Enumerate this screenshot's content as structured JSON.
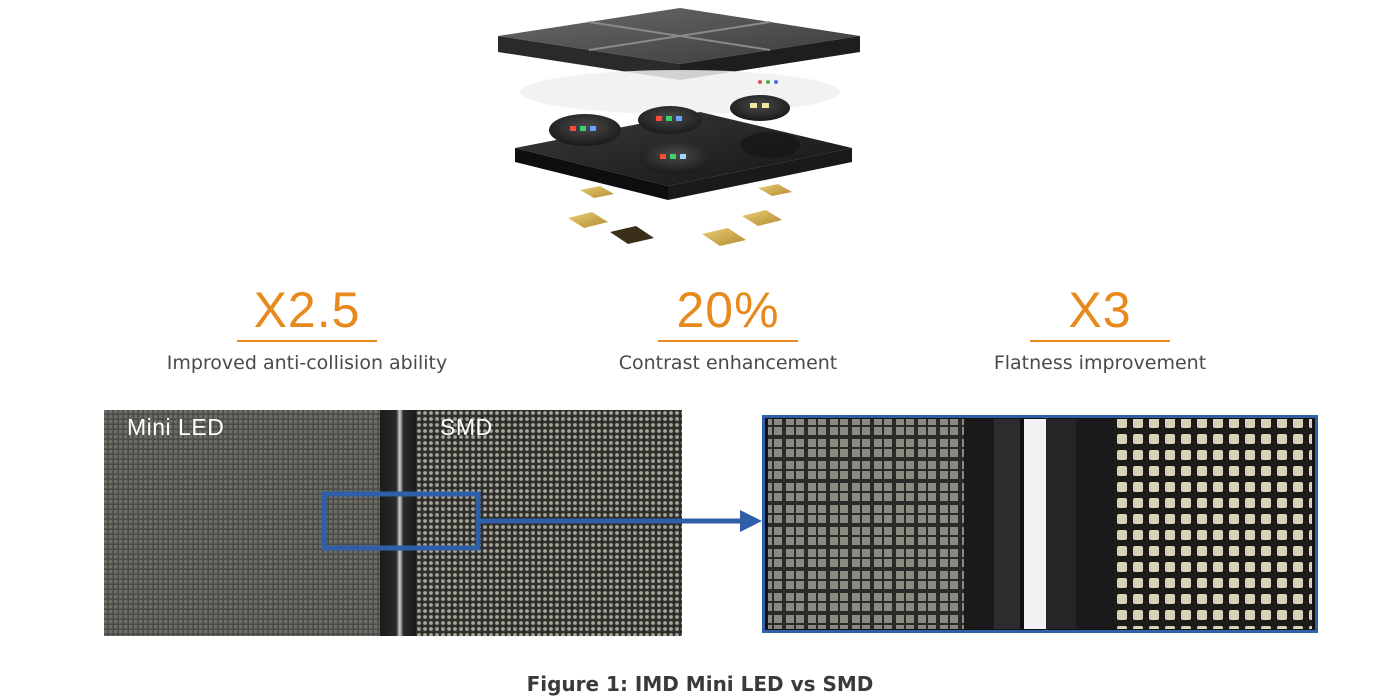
{
  "stats": [
    {
      "value": "X2.5",
      "label": "Improved anti-collision ability"
    },
    {
      "value": "20%",
      "label": "Contrast enhancement"
    },
    {
      "value": "X3",
      "label": "Flatness improvement"
    }
  ],
  "comparison": {
    "left_label": "Mini LED",
    "right_label": "SMD"
  },
  "caption": "Figure 1: IMD Mini LED vs SMD",
  "colors": {
    "accent": "#e8891e",
    "highlight_frame": "#2f5fa8",
    "caption_text": "#3a3a3a",
    "label_text": "#4a4a4a"
  }
}
